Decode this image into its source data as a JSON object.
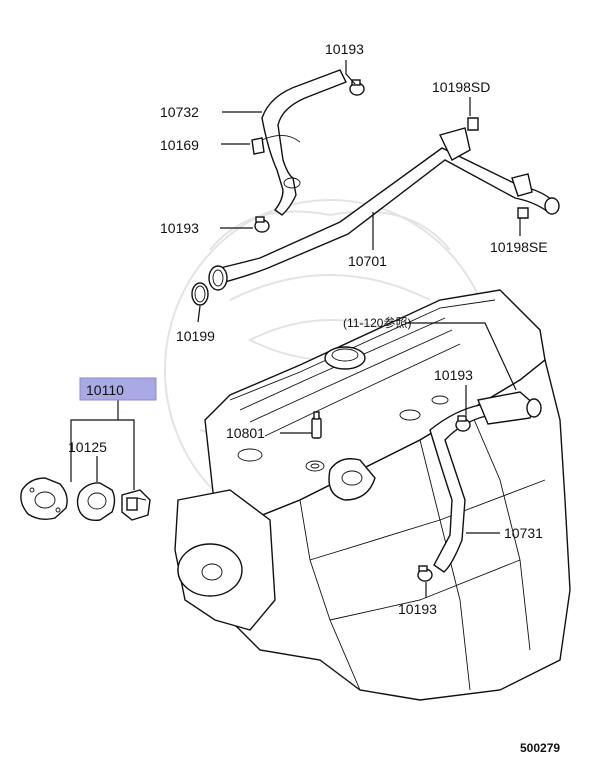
{
  "diagram": {
    "figure_number": "500279",
    "reference_note": "(11-120参照)",
    "highlight_color": "#a9a9e6",
    "callouts": {
      "c10193_top": "10193",
      "c10732": "10732",
      "c10169": "10169",
      "c10198SD": "10198SD",
      "c10193_left": "10193",
      "c10701": "10701",
      "c10198SE": "10198SE",
      "c10199": "10199",
      "c10110": "10110",
      "c10193_right": "10193",
      "c10125": "10125",
      "c10801": "10801",
      "c10731": "10731",
      "c10193_bottom": "10193"
    }
  }
}
